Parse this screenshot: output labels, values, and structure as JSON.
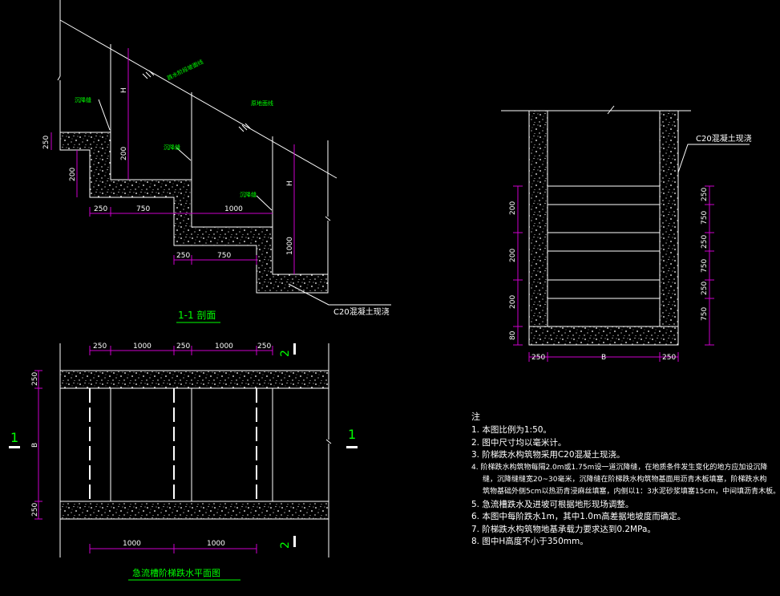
{
  "section_title": "1-1 剖面",
  "plan_title": "急流槽阶梯跌水平面图",
  "labels": {
    "slope_line_1": "跌水阶段坡面线",
    "slope_line_2": "原地面线",
    "weep_joint_a": "沉降缝",
    "weep_joint_b": "沉降缝",
    "weep_joint_c": "沉降缝",
    "concrete_section": "C20混凝土现浇",
    "concrete_cross": "C20混凝土现浇",
    "section_cut_left": "1",
    "section_cut_right": "1",
    "plan_cut_top": "2",
    "plan_cut_bottom": "2"
  },
  "dims": {
    "sec_250a": "250",
    "sec_750a": "750",
    "sec_1000": "1000",
    "sec_250b": "250",
    "sec_750b": "750",
    "sec_v250": "250",
    "sec_v200a": "200",
    "sec_v200b": "200",
    "sec_H1": "H",
    "sec_H2": "H",
    "sec_1000v": "1000",
    "plan_250a": "250",
    "plan_1000a": "1000",
    "plan_250b": "250",
    "plan_1000b": "1000",
    "plan_250c": "250",
    "plan_v250a": "250",
    "plan_B": "B",
    "plan_v250b": "250",
    "plan_bot_1000a": "1000",
    "plan_bot_1000b": "1000",
    "cross_250a": "250",
    "cross_B": "B",
    "cross_250b": "250",
    "cross_left": [
      "200",
      "200",
      "200",
      "80"
    ],
    "cross_right": [
      "250",
      "750",
      "250",
      "750",
      "250",
      "750"
    ]
  },
  "notes": {
    "header": "注",
    "items": [
      "1. 本图比例为1:50。",
      "2. 图中尺寸均以毫米计。",
      "3. 阶梯跌水构筑物采用C20混凝土现浇。",
      "4. 阶梯跌水构筑物每隔2.0m或1.75m设一道沉降缝，在地质条件发生变化的地方应加设沉降",
      "缝，沉降缝缝宽20~30毫米，沉降缝在阶梯跌水构筑物基面用沥青木板填塞，阶梯跌水构",
      "筑物基础外侧5cm以热沥青浸麻丝填塞，内侧以1：3水泥砂浆填塞15cm，中间填沥青木板。",
      "5. 急流槽跌水及进坡可根据地形现场调整。",
      "6. 本图中每阶跌水1m，其中1.0m高差据地坡度而确定。",
      "7. 阶梯跌水构筑物地基承载力要求达到0.2MPa。",
      "8. 图中H高度不小于350mm。"
    ]
  },
  "colors": {
    "background": "#000000",
    "outline": "#ffffff",
    "dimension": "#cc00cc",
    "label_green": "#00ff00",
    "grid_white": "#ffffff"
  }
}
